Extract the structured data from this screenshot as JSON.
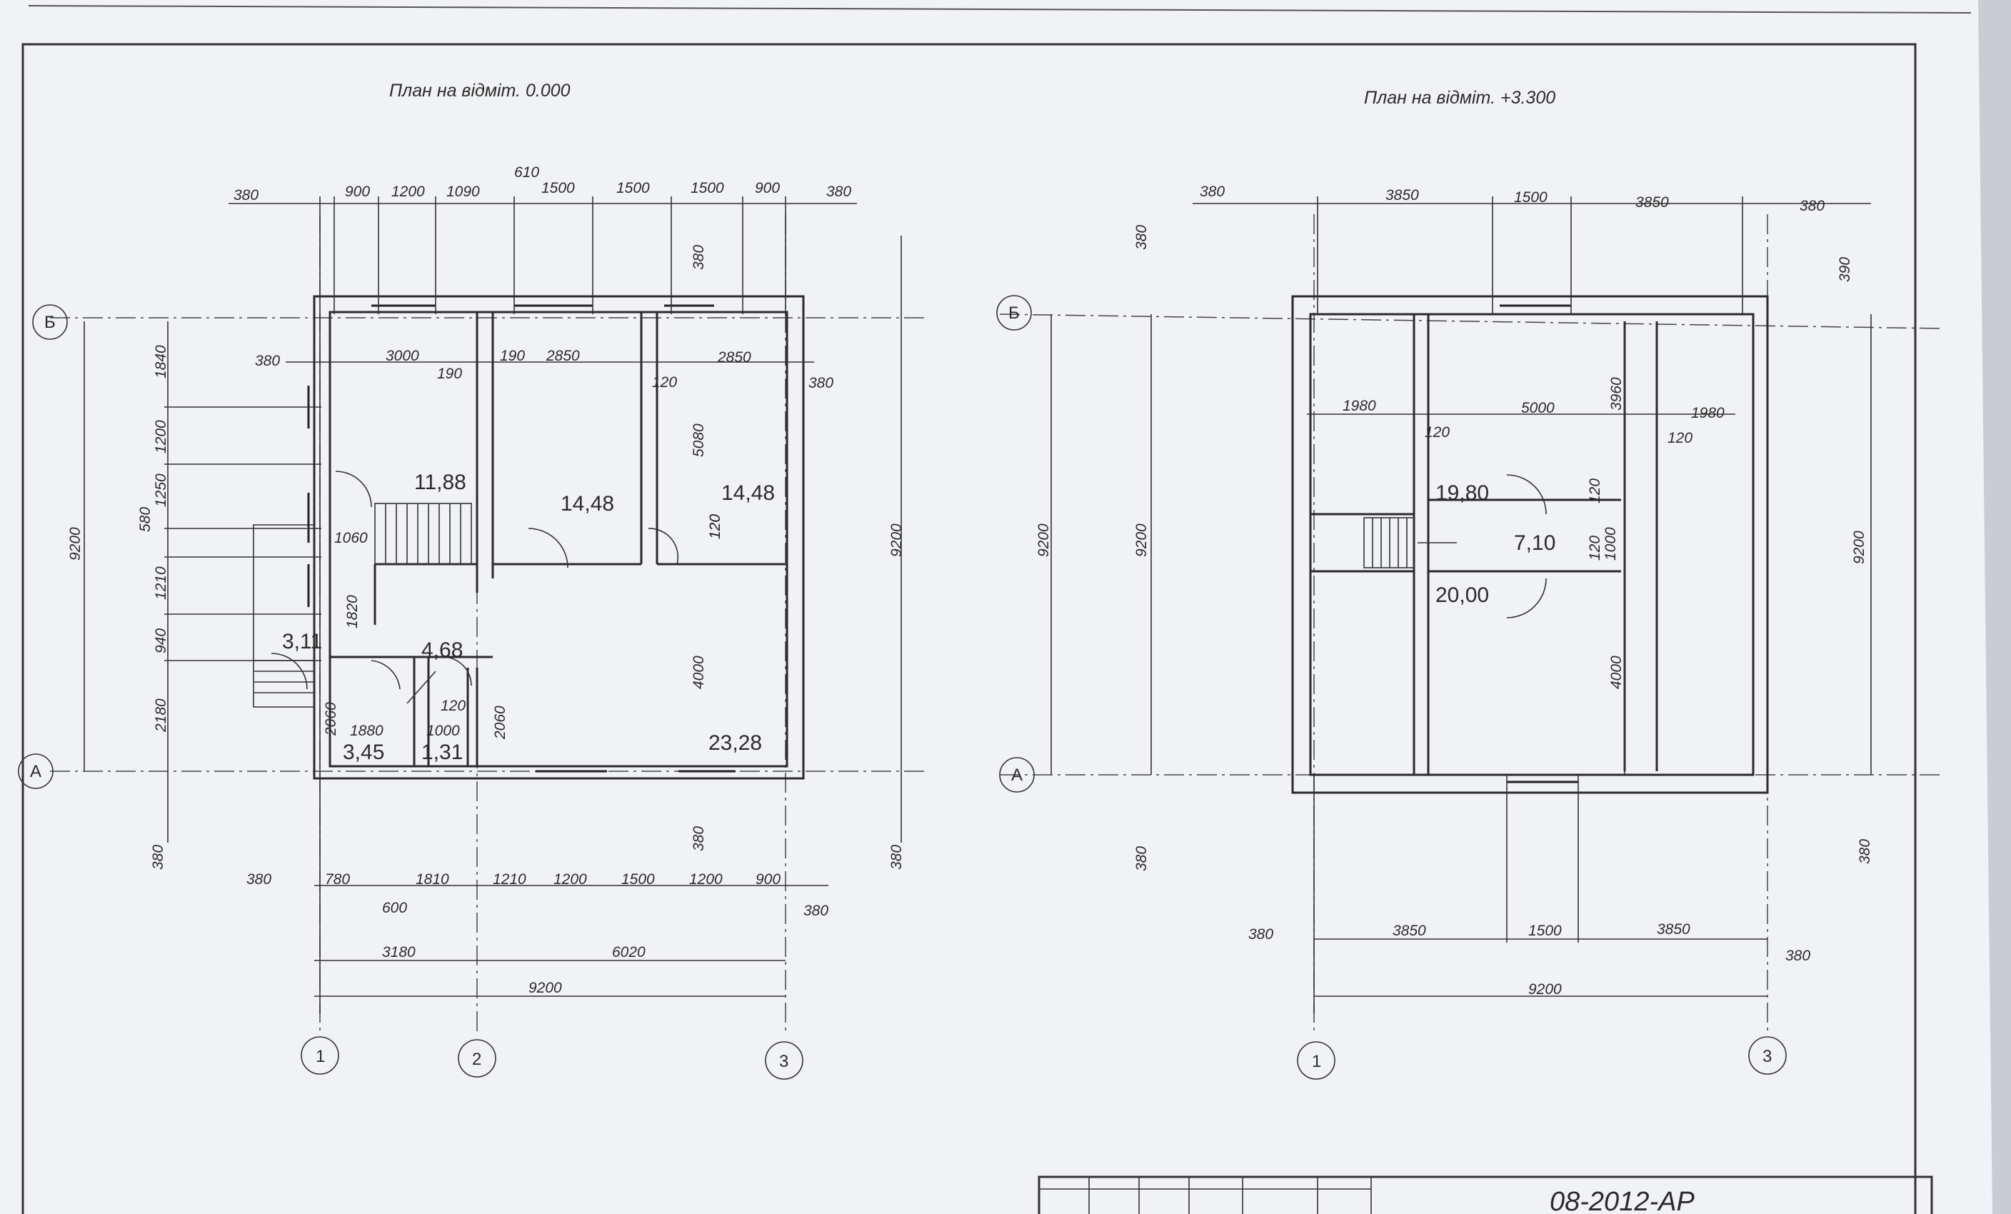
{
  "titles": {
    "plan1": "План на відміт. 0.000",
    "plan2": "План на відміт. +3.300"
  },
  "stamp": {
    "code": "08-2012-АР"
  },
  "axes": {
    "b": "Б",
    "a": "А",
    "n1": "1",
    "n2": "2",
    "n3": "3"
  },
  "plan1": {
    "areas": [
      "11,88",
      "14,48",
      "14,48",
      "3,11",
      "4,68",
      "3,45",
      "1,31",
      "23,28"
    ],
    "top": [
      "380",
      "900",
      "1200",
      "1090",
      "610",
      "1500",
      "1500",
      "1500",
      "900",
      "380"
    ],
    "inner": [
      "380",
      "3000",
      "190",
      "190",
      "2850",
      "120",
      "2850",
      "380",
      "120",
      "1060",
      "1820",
      "2060",
      "2060",
      "1880",
      "1000",
      "120"
    ],
    "left": [
      "1840",
      "1200",
      "1250",
      "580",
      "1210",
      "940",
      "2180",
      "9200",
      "380"
    ],
    "vert": [
      "380",
      "5080",
      "120",
      "4000",
      "380",
      "9200",
      "380"
    ],
    "bottom": [
      "380",
      "780",
      "1810",
      "1210",
      "1200",
      "1500",
      "1200",
      "900",
      "600",
      "380"
    ],
    "totals": [
      "3180",
      "6020",
      "9200"
    ]
  },
  "plan2": {
    "areas": [
      "19,80",
      "7,10",
      "20,00"
    ],
    "top": [
      "380",
      "3850",
      "1500",
      "3850",
      "380"
    ],
    "inner": [
      "1980",
      "5000",
      "1980",
      "120",
      "120",
      "3960",
      "120",
      "120",
      "1000",
      "4000"
    ],
    "side": [
      "380",
      "9200",
      "9200",
      "380",
      "390",
      "9200",
      "380"
    ],
    "bottom": [
      "380",
      "3850",
      "1500",
      "3850",
      "380"
    ],
    "totals": [
      "9200"
    ]
  }
}
